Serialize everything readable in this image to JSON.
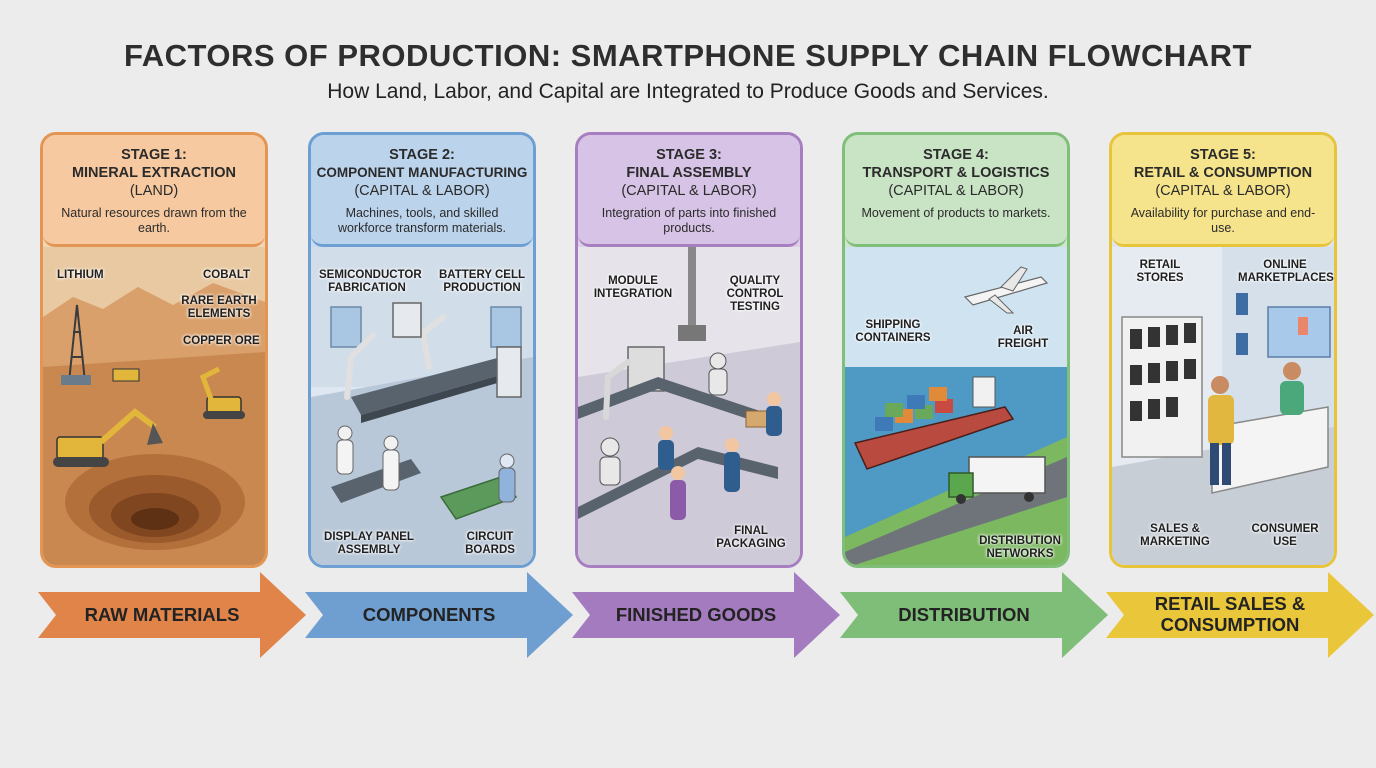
{
  "header": {
    "title": "FACTORS OF PRODUCTION: SMARTPHONE SUPPLY CHAIN FLOWCHART",
    "subtitle": "How Land, Labor, and Capital are Integrated to Produce Goods and Services."
  },
  "colors": {
    "stage1": "#e8914f",
    "stage2": "#6e9fd2",
    "stage3": "#a77fc1",
    "stage4": "#7fbf7a",
    "stage5": "#e8c43a"
  },
  "stages": [
    {
      "stage": "STAGE 1:",
      "name": "MINERAL EXTRACTION",
      "factor": "(LAND)",
      "description": "Natural resources drawn from the earth.",
      "labels": [
        "LITHIUM",
        "COBALT",
        "RARE EARTH ELEMENTS",
        "COPPER ORE"
      ],
      "arrow": "RAW MATERIALS"
    },
    {
      "stage": "STAGE 2:",
      "name": "COMPONENT MANUFACTURING",
      "factor": "(CAPITAL & LABOR)",
      "description": "Machines, tools, and skilled workforce transform materials.",
      "labels": [
        "SEMICONDUCTOR FABRICATION",
        "BATTERY CELL PRODUCTION",
        "DISPLAY PANEL ASSEMBLY",
        "CIRCUIT BOARDS"
      ],
      "arrow": "COMPONENTS"
    },
    {
      "stage": "STAGE 3:",
      "name": "FINAL ASSEMBLY",
      "factor": "(CAPITAL & LABOR)",
      "description": "Integration of parts into finished products.",
      "labels": [
        "MODULE INTEGRATION",
        "QUALITY CONTROL TESTING",
        "FINAL PACKAGING"
      ],
      "arrow": "FINISHED GOODS"
    },
    {
      "stage": "STAGE 4:",
      "name": "TRANSPORT & LOGISTICS",
      "factor": "(CAPITAL & LABOR)",
      "description": "Movement of products to markets.",
      "labels": [
        "SHIPPING CONTAINERS",
        "AIR FREIGHT",
        "DISTRIBUTION NETWORKS"
      ],
      "arrow": "DISTRIBUTION"
    },
    {
      "stage": "STAGE 5:",
      "name": "RETAIL & CONSUMPTION",
      "factor": "(CAPITAL & LABOR)",
      "description": "Availability for purchase and end-use.",
      "labels": [
        "RETAIL STORES",
        "ONLINE MARKETPLACES",
        "SALES & MARKETING",
        "CONSUMER USE"
      ],
      "arrow": "RETAIL SALES & CONSUMPTION"
    }
  ]
}
